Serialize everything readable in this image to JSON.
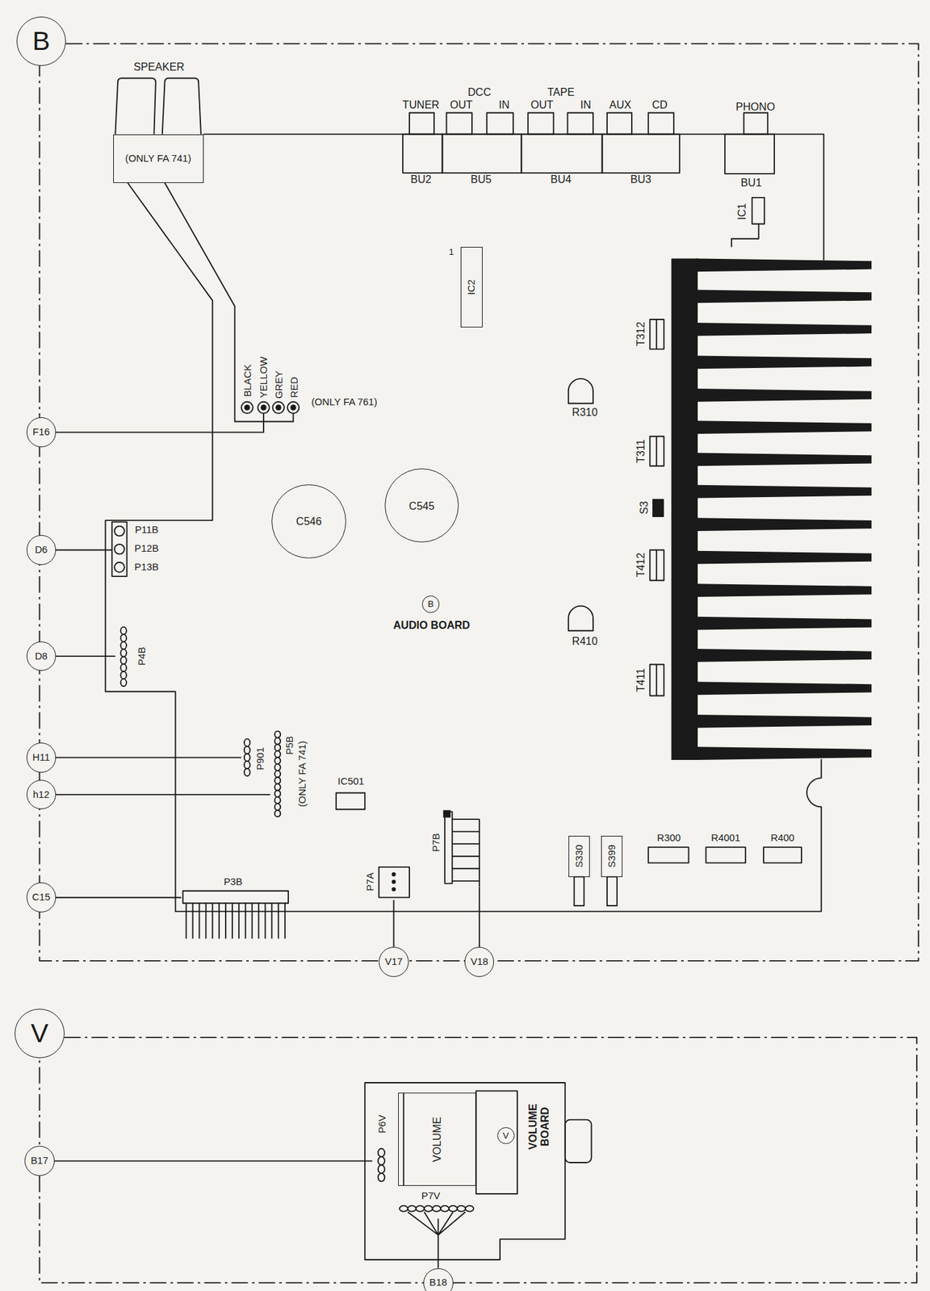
{
  "diagram": {
    "nodes": [
      {
        "text": [
          "B"
        ]
      },
      {
        "text": [
          "(ONLY FA 741)"
        ]
      },
      {
        "text": [
          "IC2"
        ]
      },
      {
        "text": [
          "F16"
        ]
      },
      {
        "text": [
          "C545"
        ]
      },
      {
        "text": [
          "C546"
        ]
      },
      {
        "text": [
          "P11B",
          "P12B",
          "P13B"
        ]
      },
      {
        "text": [
          "D6"
        ]
      },
      {
        "text": [
          "D8"
        ]
      },
      {
        "text": [
          "P4B"
        ]
      },
      {
        "text": [
          "H11"
        ]
      },
      {
        "text": [
          "P901"
        ]
      },
      {
        "text": [
          "h12"
        ]
      },
      {
        "text": [
          "P5B",
          "(ONLY FA 741)"
        ]
      },
      {
        "text": [
          "IC501"
        ]
      },
      {
        "text": [
          "P7B"
        ]
      },
      {
        "text": [
          "S330"
        ]
      },
      {
        "text": [
          "S399"
        ]
      },
      {
        "text": [
          "R300"
        ]
      },
      {
        "text": [
          "R4001"
        ]
      },
      {
        "text": [
          "R400"
        ]
      },
      {
        "text": [
          "C15"
        ]
      },
      {
        "text": [
          "P3B"
        ]
      },
      {
        "text": [
          "P7A"
        ]
      },
      {
        "text": [
          "V17"
        ]
      },
      {
        "text": [
          "V18"
        ]
      },
      {
        "text": [
          "V"
        ]
      },
      {
        "text": [
          "VOLUME BOARD"
        ]
      },
      {
        "text": [
          "VOLUME"
        ],
        "in": 27
      },
      {
        "text": [
          "P6V"
        ],
        "in": 27
      },
      {
        "text": [
          "P7V"
        ],
        "in": 27
      },
      {
        "text": [
          "B17"
        ]
      },
      {
        "text": [
          "B18"
        ]
      },
      {
        "text": [
          "B"
        ]
      },
      {
        "text": [
          "V"
        ],
        "in": 27
      }
    ],
    "edges": [
      {
        "from": 7,
        "to": 6,
        "arrow": "none"
      },
      {
        "from": 8,
        "to": 9,
        "arrow": "none"
      },
      {
        "from": 10,
        "to": 11,
        "arrow": "none"
      },
      {
        "from": 12,
        "to": 13,
        "arrow": "none"
      },
      {
        "from": 21,
        "to": 22,
        "arrow": "none"
      },
      {
        "from": 24,
        "to": 23,
        "arrow": "none"
      },
      {
        "from": 25,
        "to": 15,
        "arrow": "none"
      },
      {
        "from": 31,
        "to": 29,
        "arrow": "none"
      },
      {
        "from": 32,
        "to": 30,
        "arrow": "none"
      }
    ],
    "labels": [
      "SPEAKER",
      "TUNER",
      "DCC",
      "OUT",
      "IN",
      "TAPE",
      "OUT",
      "IN",
      "AUX",
      "CD",
      "PHONO",
      "BU2",
      "BU5",
      "BU4",
      "BU3",
      "BU1",
      "IC1",
      "1",
      "T312",
      "R310",
      "T311",
      "S3",
      "T412",
      "R410",
      "T411",
      "BLACK",
      "YELLOW",
      "GREY",
      "RED",
      "(ONLY FA 761)",
      "AUDIO BOARD"
    ]
  }
}
